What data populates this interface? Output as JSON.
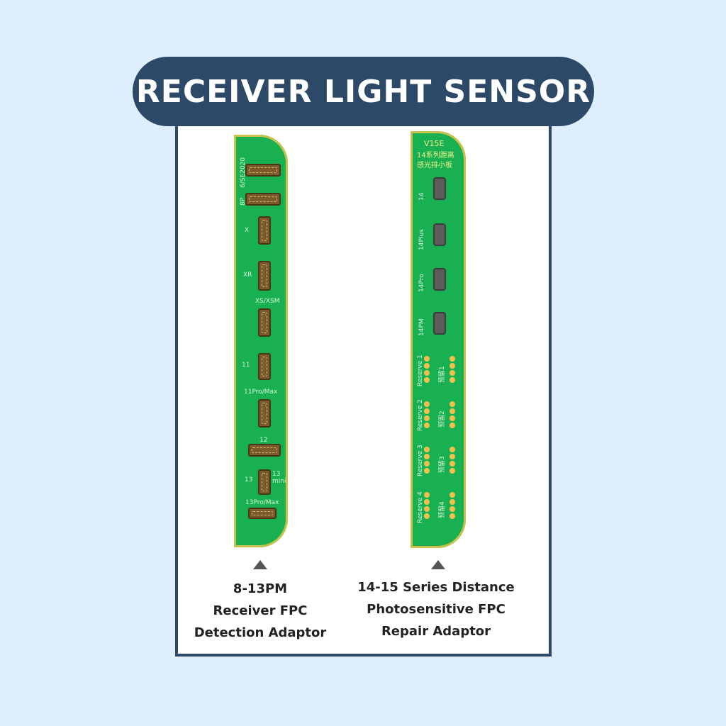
{
  "banner": {
    "title": "RECEIVER LIGHT SENSOR"
  },
  "left_board": {
    "labels": [
      "6/SE2020",
      "8P",
      "X",
      "XR",
      "XS/XSM",
      "11",
      "11Pro/Max",
      "12",
      "13",
      "13 mini",
      "13Pro/Max"
    ]
  },
  "right_board": {
    "header_line1": "V15E",
    "header_line2": "14系列距离",
    "header_line3": "感光排小板",
    "labels": [
      "14",
      "14Plus",
      "14Pro",
      "14PM",
      "Reserve 1",
      "Reserve 2",
      "Reserve 3",
      "Reserve 4"
    ],
    "pad_labels": [
      "预留1",
      "预留2",
      "预留3",
      "预留4"
    ]
  },
  "captions": {
    "left": [
      "8-13PM",
      "Receiver FPC",
      "Detection Adaptor"
    ],
    "right": [
      "14-15 Series Distance",
      "Photosensitive FPC",
      "Repair Adaptor"
    ]
  },
  "colors": {
    "banner": "#2c4a68",
    "background": "#dfeefc",
    "pcb": "#18b050",
    "pcb_edge": "#c9c24a"
  }
}
